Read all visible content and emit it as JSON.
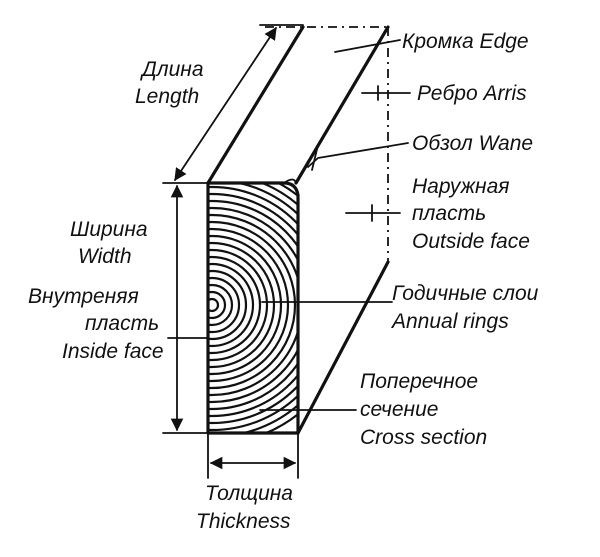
{
  "labels": {
    "edge": "Кромка Edge",
    "arris": "Ребро Arris",
    "wane": "Обзол  Wane",
    "outside_ru_1": "Наружная",
    "outside_ru_2": "пласть",
    "outside_en": "Outside face",
    "rings_ru": "Годичные слои",
    "rings_en": "Annual rings",
    "cross_ru_1": "Поперечное",
    "cross_ru_2": "сечение",
    "cross_en": "Cross section",
    "length_ru": "Длина",
    "length_en": "Length",
    "width_ru": "Ширина",
    "width_en": "Width",
    "inside_ru_1": "Внутреняя",
    "inside_ru_2": "пласть",
    "inside_en": "Inside face",
    "thickness_ru": "Толщина",
    "thickness_en": "Thickness"
  },
  "colors": {
    "ink": "#111111",
    "background": "#ffffff"
  }
}
